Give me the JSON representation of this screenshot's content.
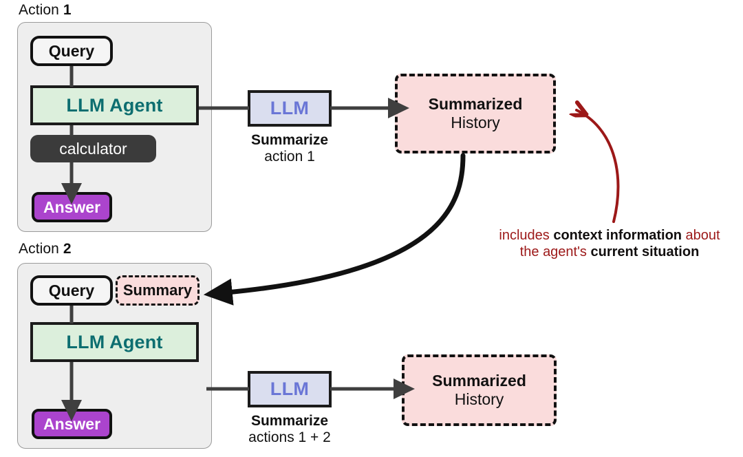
{
  "diagram": {
    "title": "LLM agent history summarization loop",
    "colors": {
      "panel_bg": "#eeeeee",
      "agent_bg": "#dcefdc",
      "agent_text": "#0d6e70",
      "llm_bg": "#dadeef",
      "llm_text": "#6a76d6",
      "answer_bg": "#ab44cd",
      "tool_bg": "#3b3b3b",
      "history_bg": "#fadcdc",
      "note_text": "#9c1818",
      "arrow_dark": "#3f3f3f",
      "arrow_black": "#111111"
    }
  },
  "action1": {
    "title_prefix": "Action ",
    "title_number": "1",
    "query": "Query",
    "agent": "LLM Agent",
    "tool": "calculator",
    "answer": "Answer"
  },
  "action2": {
    "title_prefix": "Action ",
    "title_number": "2",
    "query": "Query",
    "summary_chip": "Summary",
    "agent": "LLM Agent",
    "answer": "Answer"
  },
  "summarizer1": {
    "box_label": "LLM",
    "caption_line1": "Summarize",
    "caption_line2": "action 1"
  },
  "summarizer2": {
    "box_label": "LLM",
    "caption_line1": "Summarize",
    "caption_line2": "actions 1 + 2"
  },
  "history1": {
    "line1": "Summarized",
    "line2": "History"
  },
  "history2": {
    "line1": "Summarized",
    "line2": "History"
  },
  "annotation": {
    "seg1": "includes ",
    "seg2": "context information",
    "seg3": " about",
    "seg4": "the agent's ",
    "seg5": "current situation"
  }
}
